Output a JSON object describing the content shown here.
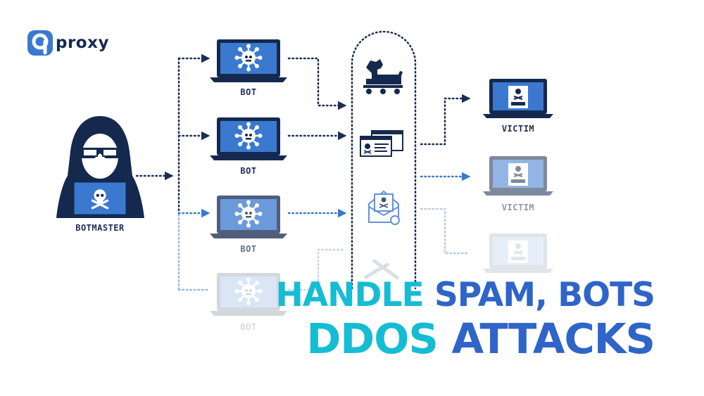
{
  "brand": {
    "name": "proxy"
  },
  "nodes": {
    "botmaster": "BOTMASTER",
    "bot": "BOT",
    "victim": "VICTIM"
  },
  "headline": {
    "line1_a": "HANDLE ",
    "line1_b": "SPAM, BOTS",
    "line2_a": "DDOS ",
    "line2_b": "ATTACKS"
  },
  "colors": {
    "navy": "#15294f",
    "screen_blue": "#3a79cf",
    "arrow": "#1c2e55",
    "cyan": "#16bcd3",
    "blue": "#2f64c8"
  },
  "icons": [
    "skull-crossbones-icon",
    "virus-icon",
    "trojan-horse-icon",
    "phishing-page-icon",
    "spam-mail-icon",
    "attack-tools-icon",
    "hacker-icon",
    "proxy-logo-icon"
  ]
}
